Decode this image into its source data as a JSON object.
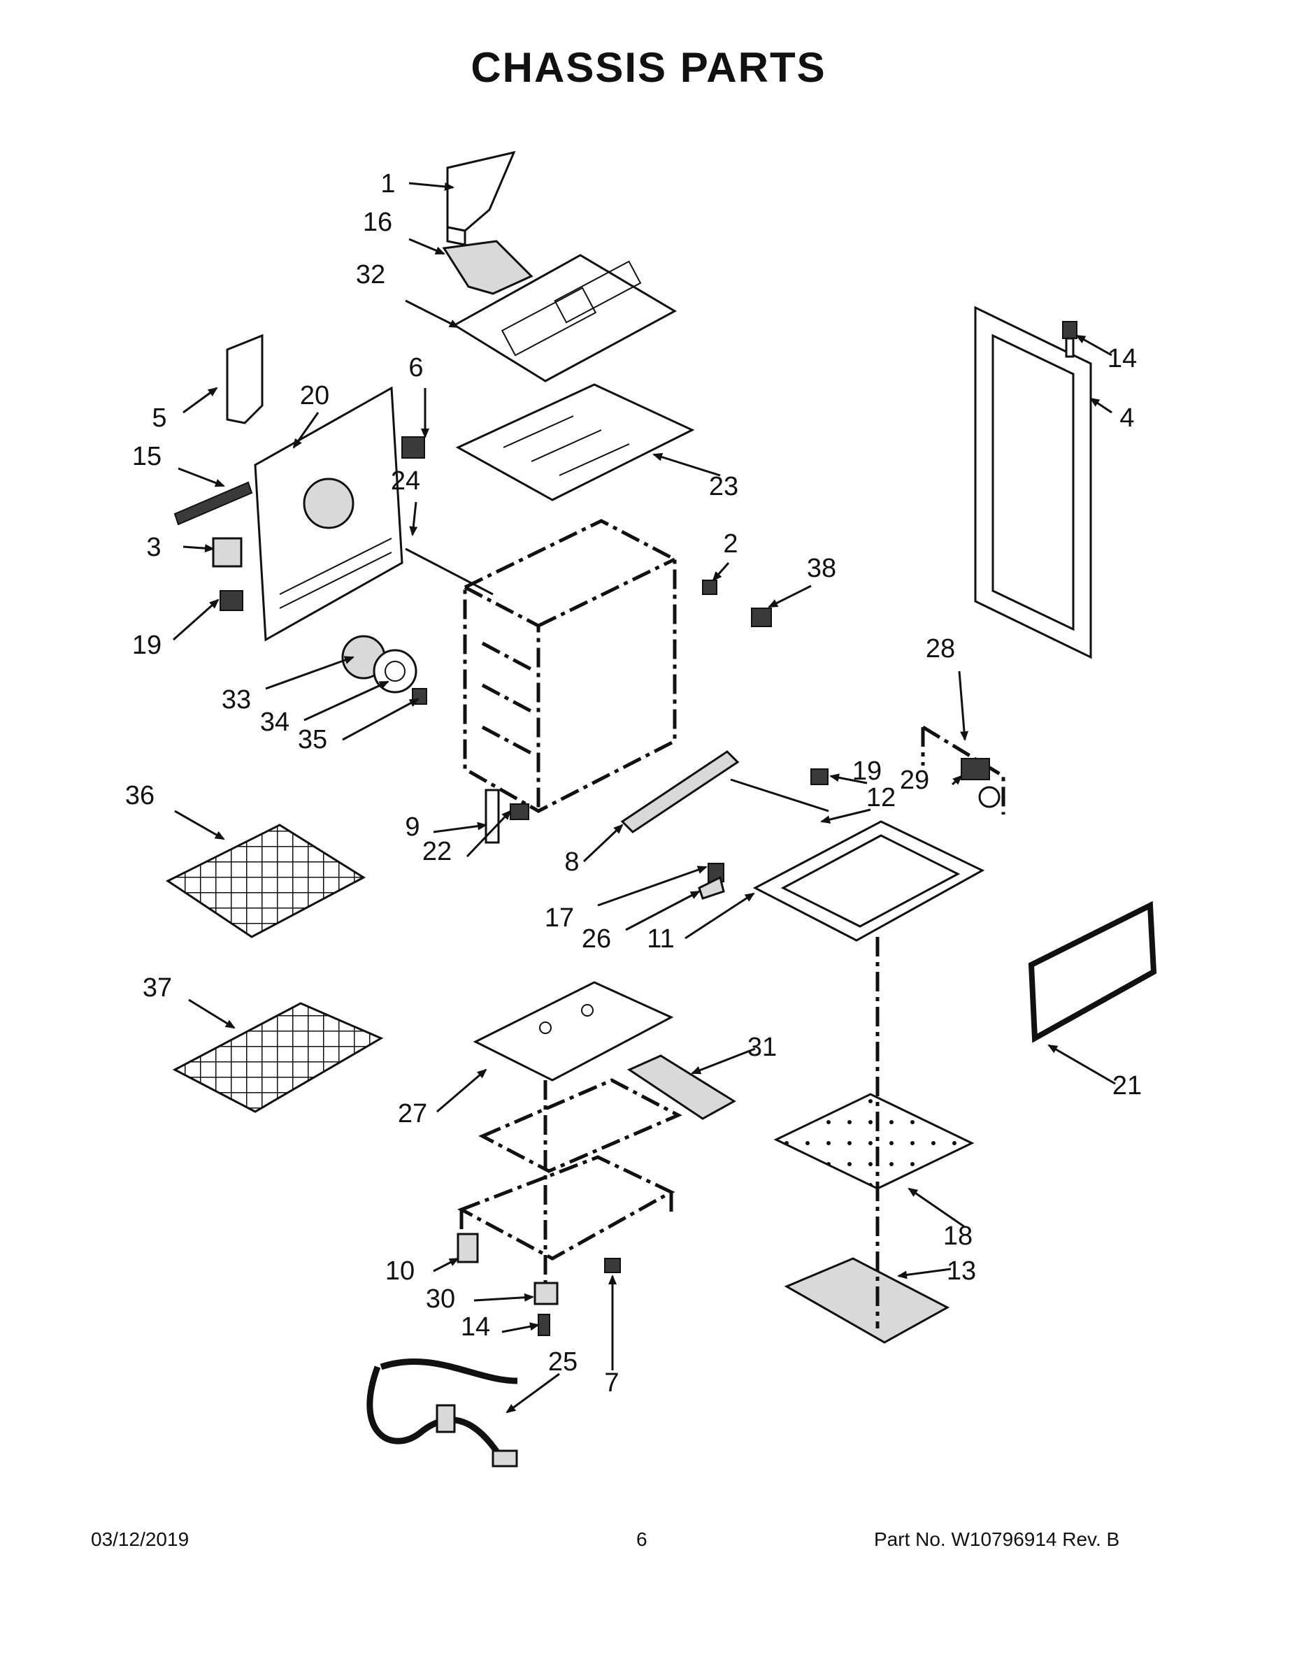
{
  "title": "CHASSIS PARTS",
  "callouts": [
    "1",
    "16",
    "32",
    "14",
    "4",
    "5",
    "20",
    "6",
    "15",
    "24",
    "23",
    "3",
    "2",
    "38",
    "19",
    "33",
    "34",
    "35",
    "28",
    "36",
    "19",
    "29",
    "12",
    "9",
    "22",
    "8",
    "17",
    "26",
    "11",
    "37",
    "31",
    "21",
    "27",
    "18",
    "10",
    "13",
    "30",
    "14",
    "25",
    "7"
  ],
  "footer": {
    "date": "03/12/2019",
    "page": "6",
    "part_no": "Part No.  W10796914  Rev.  B"
  }
}
